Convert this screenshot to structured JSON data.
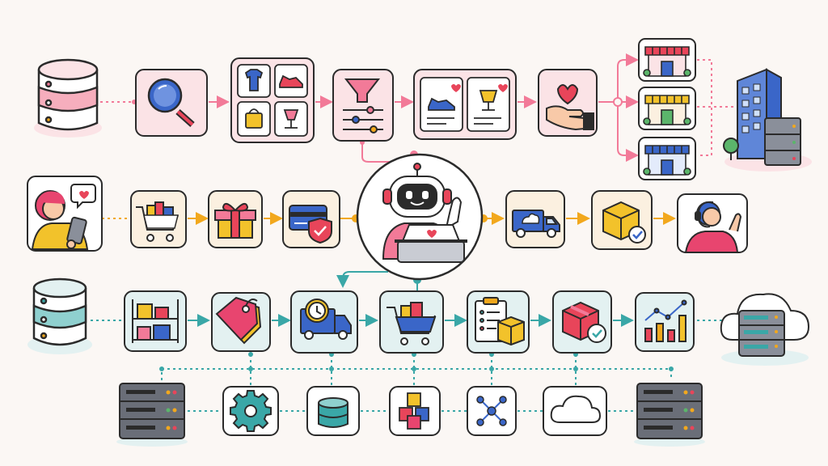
{
  "colors": {
    "background": "#fbf7f4",
    "outline": "#2b2b2b",
    "pink": "#f27a98",
    "pink_light": "#fbe3e6",
    "orange": "#f2a81d",
    "cream": "#fbf0e0",
    "teal": "#3aa7a7",
    "teal_light": "#e3f1f1",
    "blue": "#3a66c8",
    "red": "#e8455a",
    "gray": "#6a6e78"
  },
  "rows": {
    "discovery": {
      "color": "pink",
      "start": "database-icon",
      "steps": [
        "search-icon",
        "product-catalog-icon",
        "filter-icon",
        "product-recommendation-icon",
        "favorite-hand-icon"
      ],
      "branches": [
        "storefront-icon",
        "storefront-icon",
        "storefront-icon"
      ],
      "end": "office-building-icon"
    },
    "purchase": {
      "color": "orange",
      "start": "shopper-phone-icon",
      "steps": [
        "shopping-cart-icon",
        "gift-box-icon",
        "secure-payment-icon"
      ],
      "hub": "ai-robot-laptop-icon",
      "after": [
        "delivery-truck-icon",
        "package-delivered-icon"
      ],
      "end": "support-agent-icon"
    },
    "fulfillment": {
      "color": "teal",
      "start": "database-icon",
      "steps": [
        "warehouse-shelf-icon",
        "price-tag-icon",
        "scheduled-delivery-icon",
        "shopping-cart-icon",
        "order-checklist-icon",
        "package-verified-icon",
        "analytics-chart-icon"
      ],
      "end": "cloud-server-icon"
    },
    "infrastructure": {
      "color": "teal",
      "start": "server-rack-icon",
      "steps": [
        "settings-gear-icon",
        "database-icon",
        "cubes-icon",
        "network-nodes-icon",
        "cloud-icon"
      ],
      "end": "server-rack-icon"
    }
  }
}
